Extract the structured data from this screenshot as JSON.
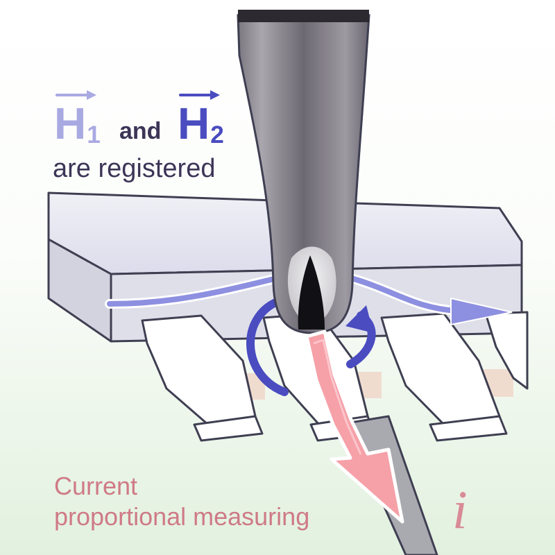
{
  "labels": {
    "h1_letter": "H",
    "h1_subscript": "1",
    "and_word": "and",
    "h2_letter": "H",
    "h2_subscript": "2",
    "registered_line": "are registered",
    "current_line1": "Current",
    "current_line2": "proportional measuring",
    "current_symbol": "i"
  },
  "colors": {
    "background_top": "#ffffff",
    "background_bottom": "#e2f1df",
    "chip_top": "#e8e8f2",
    "chip_side": "#d9d9e6",
    "chip_outline": "#3f3f52",
    "lead_fill": "#ffffff",
    "lead_shadow": "#f0dccf",
    "probe_body": "#6a6670",
    "h1_color": "#a9a9e2",
    "h2_color": "#4a4cc0",
    "text_dark": "#3d3557",
    "current_color": "#cf7a86",
    "current_arrow": "#f6a0a8"
  },
  "icons": {
    "probe": "probe-tip-icon",
    "field_h1": "field-line-arrow-icon",
    "field_h2": "circular-field-arrow-icon",
    "current": "current-arrow-icon"
  }
}
